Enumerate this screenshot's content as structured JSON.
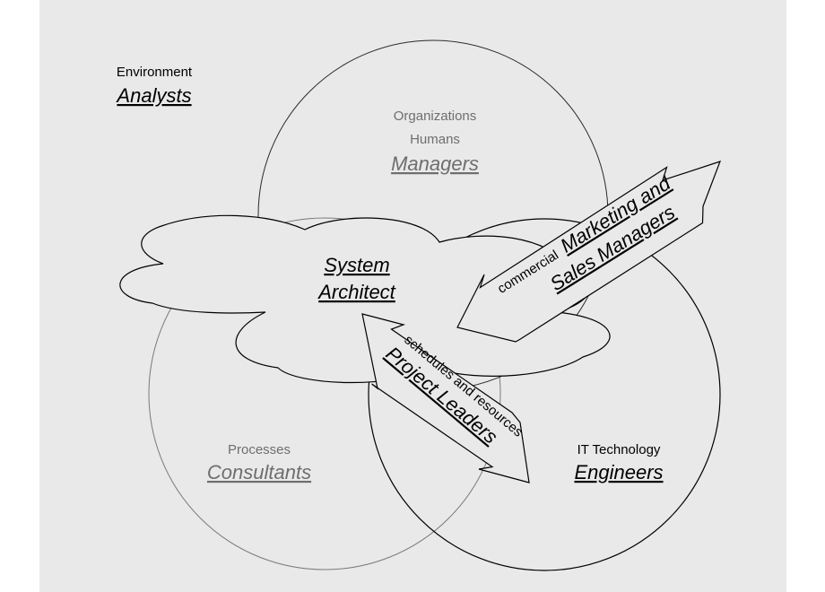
{
  "colors": {
    "background": "#e9e9e9",
    "outline_dark": "#000000",
    "outline_light": "#7a7a7a",
    "text_dark": "#000000",
    "text_gray": "#6e6e6e",
    "cloud_fill": "#e9e9e9",
    "arrow_fill": "#e9e9e9"
  },
  "environment": {
    "label": "Environment",
    "role": "Analysts"
  },
  "organizations": {
    "label1": "Organizations",
    "label2": "Humans",
    "role": "Managers"
  },
  "processes": {
    "label": "Processes",
    "role": "Consultants"
  },
  "it_technology": {
    "label": "IT Technology",
    "role": "Engineers"
  },
  "system_architect": {
    "line1": "System",
    "line2": "Architect"
  },
  "marketing_arrow": {
    "prefix": "commercial",
    "role_line1": "Marketing and",
    "role_line2": "Sales Managers"
  },
  "project_arrow": {
    "label": "schedules and resources",
    "role": "Project Leaders"
  }
}
